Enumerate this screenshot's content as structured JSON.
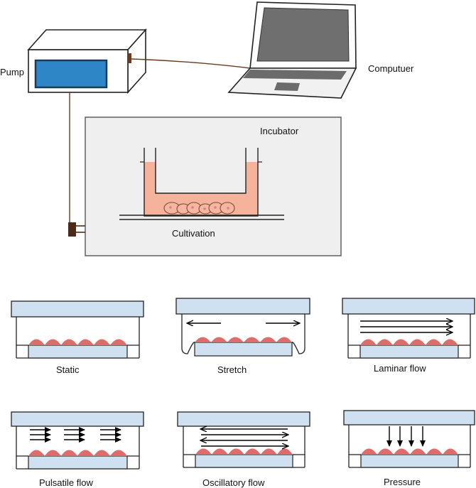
{
  "top": {
    "pump_label": "Pump",
    "computer_label": "Computuer",
    "incubator_label": "Incubator",
    "cultivation_label": "Cultivation"
  },
  "conditions": [
    {
      "label": "Static"
    },
    {
      "label": "Stretch"
    },
    {
      "label": "Laminar flow"
    },
    {
      "label": "Pulsatile flow"
    },
    {
      "label": "Oscillatory flow"
    },
    {
      "label": "Pressure"
    }
  ],
  "colors": {
    "lid": "#cfe0f1",
    "medium": "#f4b39a",
    "cell": "#e06b6b",
    "screen": "#2f86c6",
    "incubator_bg": "#efefef",
    "cable": "#6b3a22"
  }
}
